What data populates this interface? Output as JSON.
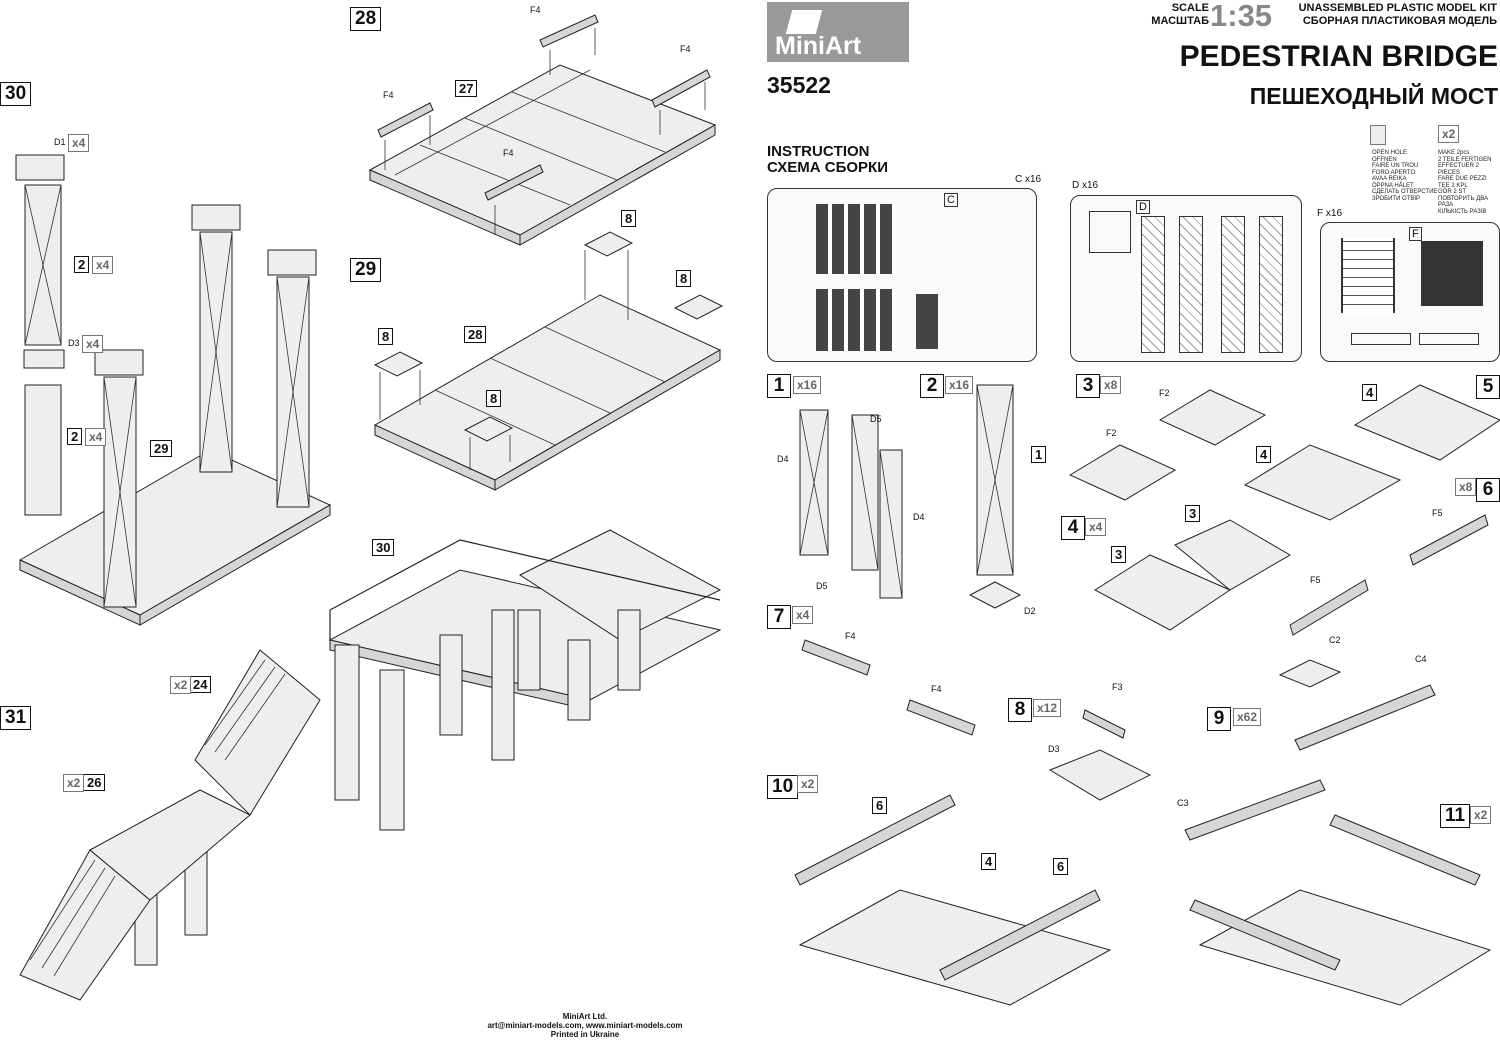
{
  "brand": {
    "logo_text": "MiniArt",
    "kit_number": "35522"
  },
  "header": {
    "scale_label_en": "SCALE",
    "scale_label_ru": "МАСШТАБ",
    "scale_value": "1:35",
    "kit_type_en": "UNASSEMBLED PLASTIC MODEL KIT",
    "kit_type_ru": "СБОРНАЯ ПЛАСТИКОВАЯ МОДЕЛЬ",
    "title_en": "PEDESTRIAN BRIDGE",
    "title_ru": "ПЕШЕХОДНЫЙ МОСТ"
  },
  "instruction": {
    "line1": "INSTRUCTION",
    "line2": "СХЕМА СБОРКИ"
  },
  "legend": {
    "open_hole": [
      "OPEN HOLE",
      "OFFNEN",
      "FAIRE UN TROU",
      "FORO APERTO",
      "AVAA REIKA",
      "ÖPPNA HÅLET",
      "СДЕЛАТЬ ОТВЕРСТИЕ",
      "ЗРОБИТИ ОТВІР"
    ],
    "make_two_icon": "x2",
    "make_two": [
      "MAKE 2pcs",
      "2 TEILE FERTIGEN",
      "EFFECTUER 2 PIECES",
      "FARE DUE PEZZI",
      "TEE 2 KPL",
      "GÖR 2 ST",
      "ПОВТОРИТЬ ДВА РАЗА",
      "КІЛЬКІСТЬ РАЗІВ"
    ]
  },
  "sprues": [
    {
      "label": "C x16",
      "letter": "C"
    },
    {
      "label": "D x16",
      "letter": "D"
    },
    {
      "label": "F x16",
      "letter": "F"
    }
  ],
  "steps": [
    {
      "num": "1",
      "mult": "x16",
      "parts": [
        "D5",
        "D4",
        "D4",
        "D5"
      ]
    },
    {
      "num": "2",
      "mult": "x16",
      "parts": [
        "1",
        "D2"
      ]
    },
    {
      "num": "3",
      "mult": "x8",
      "parts": [
        "F2",
        "F2"
      ]
    },
    {
      "num": "4",
      "mult": "x4",
      "parts": [
        "3",
        "3"
      ]
    },
    {
      "num": "5",
      "mult": "",
      "parts": [
        "4",
        "4"
      ]
    },
    {
      "num": "6",
      "mult": "x8",
      "parts": [
        "F5",
        "F5"
      ]
    },
    {
      "num": "7",
      "mult": "x4",
      "parts": [
        "F4",
        "F4"
      ]
    },
    {
      "num": "8",
      "mult": "x12",
      "parts": [
        "F3",
        "D3"
      ]
    },
    {
      "num": "9",
      "mult": "x62",
      "parts": [
        "C2",
        "C4",
        "C3"
      ]
    },
    {
      "num": "10",
      "mult": "x2",
      "parts": [
        "6",
        "4",
        "6"
      ]
    },
    {
      "num": "11",
      "mult": "x2",
      "parts": []
    },
    {
      "num": "28",
      "mult": "",
      "parts": [
        "F4",
        "F4",
        "F4",
        "F4",
        "27"
      ]
    },
    {
      "num": "29",
      "mult": "",
      "parts": [
        "8",
        "8",
        "8",
        "8",
        "28"
      ]
    },
    {
      "num": "30",
      "mult": "",
      "parts": [
        "D1",
        "x4",
        "2",
        "x4",
        "D3",
        "x4",
        "2",
        "x4",
        "29"
      ]
    },
    {
      "num": "31",
      "mult": "",
      "parts": [
        "30",
        "24",
        "x2",
        "26",
        "x2"
      ]
    }
  ],
  "footer": {
    "company": "MiniArt Ltd.",
    "contact": "art@miniart-models.com, www.miniart-models.com",
    "printed": "Printed in Ukraine"
  }
}
